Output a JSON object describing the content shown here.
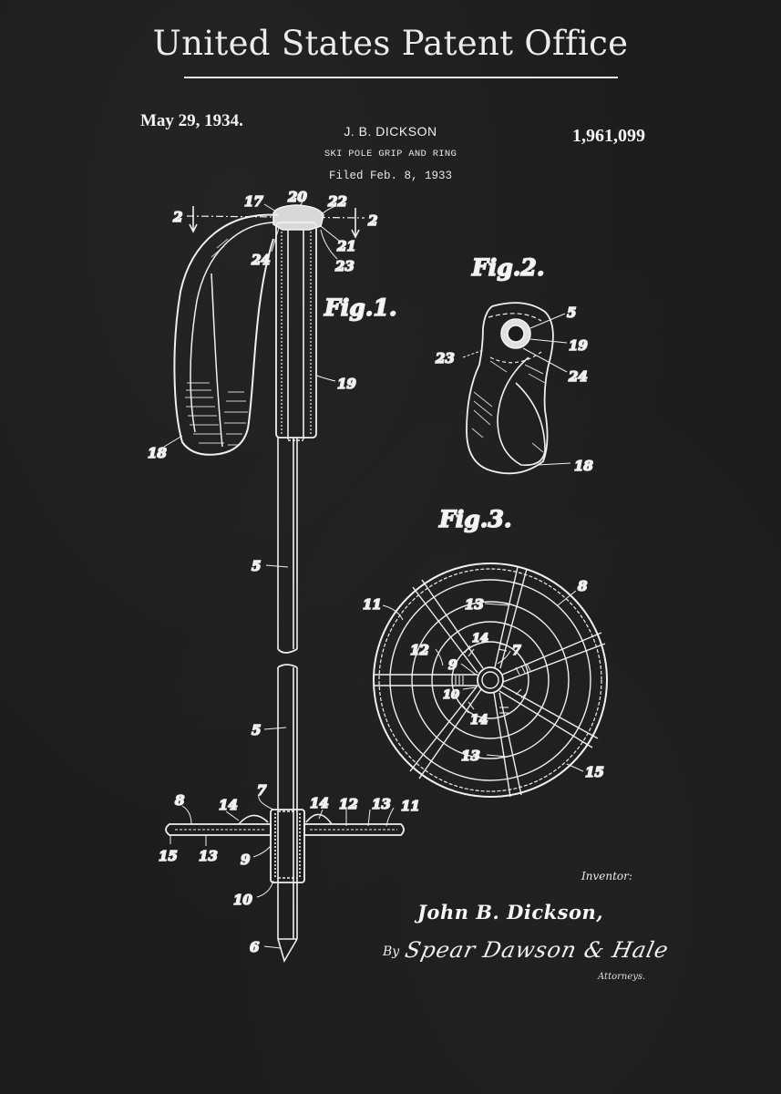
{
  "header": {
    "office_title": "United States Patent Office",
    "date": "May 29, 1934.",
    "inventor": "J. B. DICKSON",
    "subject": "SKI POLE GRIP AND RING",
    "filed": "Filed Feb. 8, 1933",
    "patent_number": "1,961,099"
  },
  "figures": {
    "fig1": {
      "title": "Fig.1.",
      "section_marks": [
        "2",
        "2"
      ],
      "labels": [
        "17",
        "20",
        "22",
        "21",
        "23",
        "24",
        "19",
        "18",
        "5",
        "5",
        "8",
        "14",
        "7",
        "14",
        "12",
        "13",
        "11",
        "15",
        "13",
        "9",
        "10",
        "6"
      ]
    },
    "fig2": {
      "title": "Fig.2.",
      "labels": [
        "5",
        "19",
        "23",
        "24",
        "18"
      ]
    },
    "fig3": {
      "title": "Fig.3.",
      "labels": [
        "8",
        "11",
        "13",
        "12",
        "14",
        "7",
        "9",
        "10",
        "14",
        "13",
        "15"
      ]
    }
  },
  "signature": {
    "caption": "Inventor:",
    "name": "John B. Dickson,",
    "by": "By",
    "attorneys_signature": "Spear Dawson & Hale",
    "attorneys_caption": "Attorneys."
  },
  "colors": {
    "background": "#1c1c1c",
    "ink": "#f2f2f2"
  }
}
